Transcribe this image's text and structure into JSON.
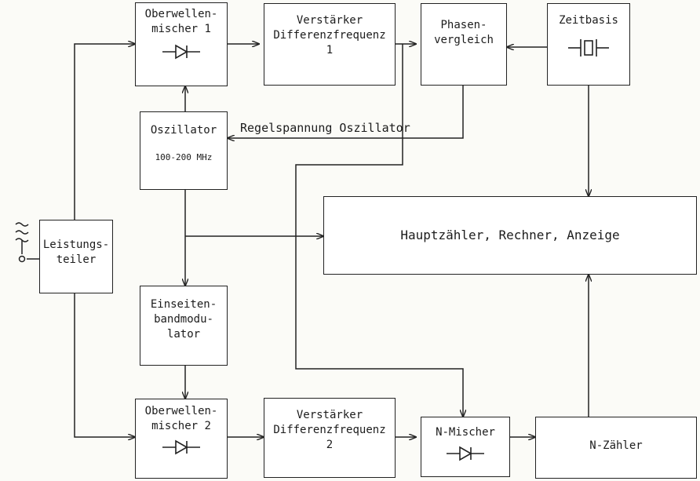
{
  "blocks": {
    "obermischer1": {
      "lines": [
        "Oberwellen-",
        "mischer  1"
      ]
    },
    "verstaerker1": {
      "lines": [
        "Verstärker",
        "Differenzfrequenz",
        "1"
      ]
    },
    "phasenvergleich": {
      "lines": [
        "Phasen-",
        "vergleich"
      ]
    },
    "zeitbasis": {
      "lines": [
        "Zeitbasis"
      ]
    },
    "oszillator": {
      "lines": [
        "Oszillator"
      ],
      "range": "100-200 MHz"
    },
    "hauptzaehler": {
      "lines": [
        "Hauptzähler, Rechner, Anzeige"
      ]
    },
    "leistungsteiler": {
      "lines": [
        "Leistungs-",
        "teiler"
      ]
    },
    "einseitenband": {
      "lines": [
        "Einseiten-",
        "bandmodu-",
        "lator"
      ]
    },
    "obermischer2": {
      "lines": [
        "Oberwellen-",
        "mischer  2"
      ]
    },
    "verstaerker2": {
      "lines": [
        "Verstärker",
        "Differenzfrequenz",
        "2"
      ]
    },
    "nmischer": {
      "lines": [
        "N-Mischer"
      ]
    },
    "nzaehler": {
      "lines": [
        "N-Zähler"
      ]
    }
  },
  "labels": {
    "regelspannung": "Regelspannung Oszillator"
  },
  "icons": {
    "diode": "diode-icon",
    "crystal": "quartz-crystal-icon",
    "rf_input": "rf-input-icon"
  },
  "colors": {
    "ink": "#222222",
    "paper": "#fbfbf7"
  }
}
